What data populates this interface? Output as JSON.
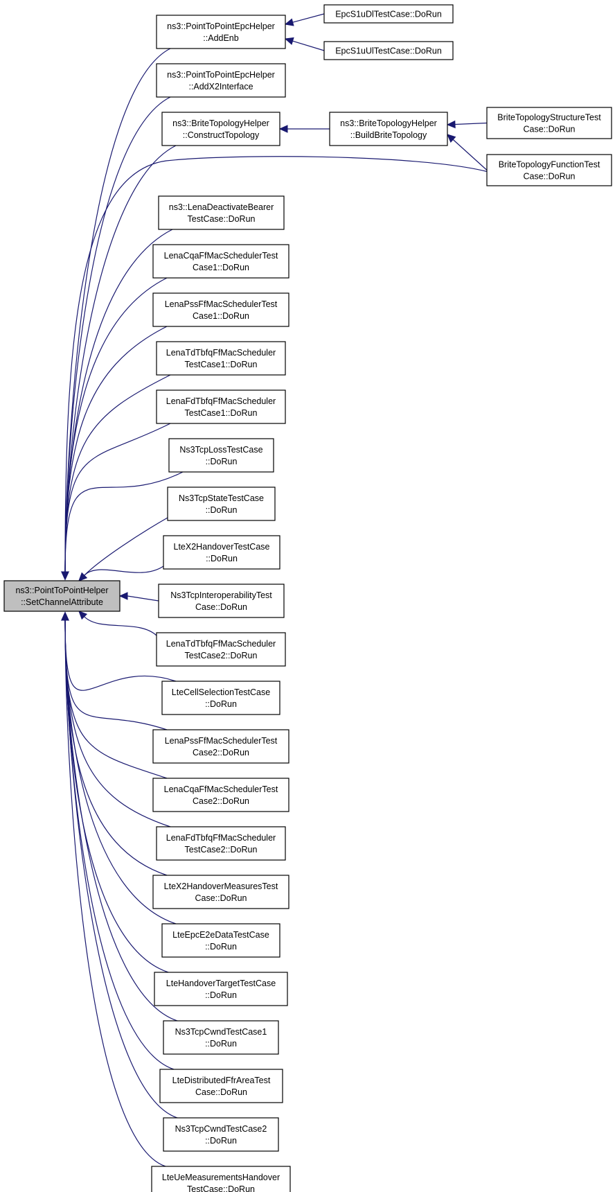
{
  "diagram": {
    "focus_color": "#bfbfbf",
    "node_color": "#ffffff",
    "edge_color": "#191970",
    "nodes": [
      {
        "id": "focus",
        "lines": [
          "ns3::PointToPointHelper",
          "::SetChannelAttribute"
        ],
        "focus": true
      },
      {
        "id": "n1",
        "lines": [
          "ns3::PointToPointEpcHelper",
          "::AddEnb"
        ]
      },
      {
        "id": "n2",
        "lines": [
          "ns3::PointToPointEpcHelper",
          "::AddX2Interface"
        ]
      },
      {
        "id": "n3",
        "lines": [
          "ns3::BriteTopologyHelper",
          "::ConstructTopology"
        ]
      },
      {
        "id": "n4",
        "lines": [
          "ns3::LenaDeactivateBearer",
          "TestCase::DoRun"
        ]
      },
      {
        "id": "n5",
        "lines": [
          "LenaCqaFfMacSchedulerTest",
          "Case1::DoRun"
        ]
      },
      {
        "id": "n6",
        "lines": [
          "LenaPssFfMacSchedulerTest",
          "Case1::DoRun"
        ]
      },
      {
        "id": "n7",
        "lines": [
          "LenaTdTbfqFfMacScheduler",
          "TestCase1::DoRun"
        ]
      },
      {
        "id": "n8",
        "lines": [
          "LenaFdTbfqFfMacScheduler",
          "TestCase1::DoRun"
        ]
      },
      {
        "id": "n9",
        "lines": [
          "Ns3TcpLossTestCase",
          "::DoRun"
        ]
      },
      {
        "id": "n10",
        "lines": [
          "Ns3TcpStateTestCase",
          "::DoRun"
        ]
      },
      {
        "id": "n11",
        "lines": [
          "LteX2HandoverTestCase",
          "::DoRun"
        ]
      },
      {
        "id": "n12",
        "lines": [
          "Ns3TcpInteroperabilityTest",
          "Case::DoRun"
        ]
      },
      {
        "id": "n13",
        "lines": [
          "LenaTdTbfqFfMacScheduler",
          "TestCase2::DoRun"
        ]
      },
      {
        "id": "n14",
        "lines": [
          "LteCellSelectionTestCase",
          "::DoRun"
        ]
      },
      {
        "id": "n15",
        "lines": [
          "LenaPssFfMacSchedulerTest",
          "Case2::DoRun"
        ]
      },
      {
        "id": "n16",
        "lines": [
          "LenaCqaFfMacSchedulerTest",
          "Case2::DoRun"
        ]
      },
      {
        "id": "n17",
        "lines": [
          "LenaFdTbfqFfMacScheduler",
          "TestCase2::DoRun"
        ]
      },
      {
        "id": "n18",
        "lines": [
          "LteX2HandoverMeasuresTest",
          "Case::DoRun"
        ]
      },
      {
        "id": "n19",
        "lines": [
          "LteEpcE2eDataTestCase",
          "::DoRun"
        ]
      },
      {
        "id": "n20",
        "lines": [
          "LteHandoverTargetTestCase",
          "::DoRun"
        ]
      },
      {
        "id": "n21",
        "lines": [
          "Ns3TcpCwndTestCase1",
          "::DoRun"
        ]
      },
      {
        "id": "n22",
        "lines": [
          "LteDistributedFfrAreaTest",
          "Case::DoRun"
        ]
      },
      {
        "id": "n23",
        "lines": [
          "Ns3TcpCwndTestCase2",
          "::DoRun"
        ]
      },
      {
        "id": "n24",
        "lines": [
          "LteUeMeasurementsHandover",
          "TestCase::DoRun"
        ]
      },
      {
        "id": "r1",
        "lines": [
          "EpcS1uDlTestCase::DoRun"
        ]
      },
      {
        "id": "r2",
        "lines": [
          "EpcS1uUlTestCase::DoRun"
        ]
      },
      {
        "id": "b1",
        "lines": [
          "ns3::BriteTopologyHelper",
          "::BuildBriteTopology"
        ]
      },
      {
        "id": "b2",
        "lines": [
          "BriteTopologyStructureTest",
          "Case::DoRun"
        ]
      },
      {
        "id": "b3",
        "lines": [
          "BriteTopologyFunctionTest",
          "Case::DoRun"
        ]
      }
    ],
    "edges": [
      {
        "from": "n1",
        "to": "focus"
      },
      {
        "from": "n2",
        "to": "focus"
      },
      {
        "from": "n3",
        "to": "focus"
      },
      {
        "from": "b3",
        "to": "focus"
      },
      {
        "from": "n4",
        "to": "focus"
      },
      {
        "from": "n5",
        "to": "focus"
      },
      {
        "from": "n6",
        "to": "focus"
      },
      {
        "from": "n7",
        "to": "focus"
      },
      {
        "from": "n8",
        "to": "focus"
      },
      {
        "from": "n9",
        "to": "focus"
      },
      {
        "from": "n10",
        "to": "focus"
      },
      {
        "from": "n11",
        "to": "focus"
      },
      {
        "from": "n12",
        "to": "focus"
      },
      {
        "from": "n13",
        "to": "focus"
      },
      {
        "from": "n14",
        "to": "focus"
      },
      {
        "from": "n15",
        "to": "focus"
      },
      {
        "from": "n16",
        "to": "focus"
      },
      {
        "from": "n17",
        "to": "focus"
      },
      {
        "from": "n18",
        "to": "focus"
      },
      {
        "from": "n19",
        "to": "focus"
      },
      {
        "from": "n20",
        "to": "focus"
      },
      {
        "from": "n21",
        "to": "focus"
      },
      {
        "from": "n22",
        "to": "focus"
      },
      {
        "from": "n23",
        "to": "focus"
      },
      {
        "from": "n24",
        "to": "focus"
      },
      {
        "from": "r1",
        "to": "n1"
      },
      {
        "from": "r2",
        "to": "n1"
      },
      {
        "from": "b1",
        "to": "n3"
      },
      {
        "from": "b2",
        "to": "b1"
      },
      {
        "from": "b3",
        "to": "b1"
      }
    ]
  }
}
